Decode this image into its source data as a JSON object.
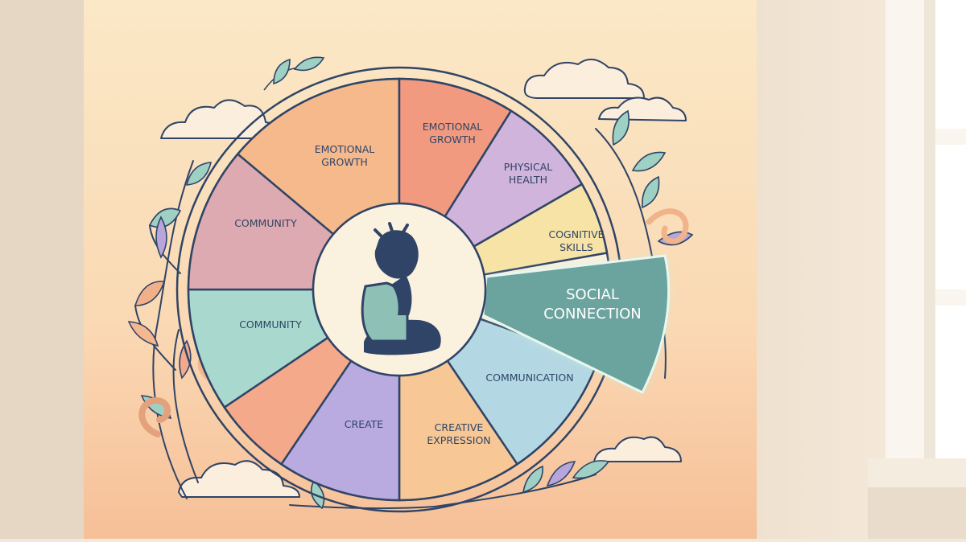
{
  "segments": [
    {
      "id": "emotional-growth-1",
      "lines": [
        "EMOTIONAL",
        "GROWTH"
      ],
      "color": "#f6b98c"
    },
    {
      "id": "emotional-growth-2",
      "lines": [
        "EMOTIONAL",
        "GROWTH"
      ],
      "color": "#f29a80"
    },
    {
      "id": "physical-health",
      "lines": [
        "PHYSICAL",
        "HEALTH"
      ],
      "color": "#d1b4dc"
    },
    {
      "id": "cognitive-skills",
      "lines": [
        "COGNITIVE",
        "SKILLS"
      ],
      "color": "#f7e3a6"
    },
    {
      "id": "communication",
      "lines": [
        "COMMUNICATION"
      ],
      "color": "#b4d8e3"
    },
    {
      "id": "creative-expression",
      "lines": [
        "CREATIVE",
        "EXPRESSION"
      ],
      "color": "#f7c795"
    },
    {
      "id": "create",
      "lines": [
        "CREATE"
      ],
      "color": "#b9abe0"
    },
    {
      "id": "coral-unlabeled",
      "lines": [],
      "color": "#f3a98a"
    },
    {
      "id": "community-teal",
      "lines": [
        "COMMUNITY"
      ],
      "color": "#a9d8ce"
    },
    {
      "id": "community-mauve",
      "lines": [
        "COMMUNITY"
      ],
      "color": "#dcaab0"
    }
  ],
  "highlight": {
    "lines": [
      "SOCIAL",
      "CONNECTION"
    ],
    "color": "#6ba39e"
  },
  "colors": {
    "outline": "#2f4466",
    "silhouette": "#2f4466",
    "silhouette_shirt": "#8fc0b5",
    "center_fill": "#fbf1df",
    "wall": "#f3e8dc",
    "window_frame": "#faf7f1"
  },
  "icons": [
    "child-thinking-icon",
    "cloud-icon",
    "leaf-vine-icon",
    "swirl-icon"
  ]
}
